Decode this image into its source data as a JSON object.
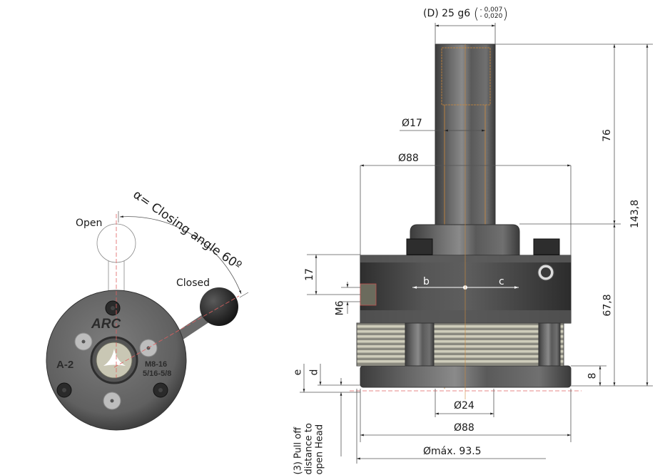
{
  "left_view": {
    "label_open": "Open",
    "label_closed": "Closed",
    "angle_label": "α= Closing angle  60º",
    "head_face": {
      "brand": "ARC",
      "size_code": "A-2",
      "range_metric": "M8-16",
      "range_inch": "5/16-5/8"
    }
  },
  "right_view": {
    "shank_dim": {
      "prefix": "(D) 25 g6",
      "tol_upper": "- 0,007",
      "tol_lower": "- 0,020"
    },
    "dims": {
      "d17": "Ø17",
      "d88_top": "Ø88",
      "d24": "Ø24",
      "d88_bottom": "Ø88",
      "dmax": "Ømáx. 93.5",
      "h76": "76",
      "h143": "143,8",
      "h67": "67,8",
      "h8": "8",
      "h17": "17",
      "m6": "M6",
      "e": "e",
      "d": "d",
      "b": "b",
      "c": "c",
      "pull_off": [
        "(3) Pull off",
        "distance to",
        "open Head"
      ]
    }
  },
  "colors": {
    "dim_line": "#555555",
    "center_line": "#e06060",
    "hidden_line": "#d08a3a",
    "body_dark": "#4a4a4a",
    "body_mid": "#6e6e6e",
    "thread": "#c9c7b4"
  }
}
